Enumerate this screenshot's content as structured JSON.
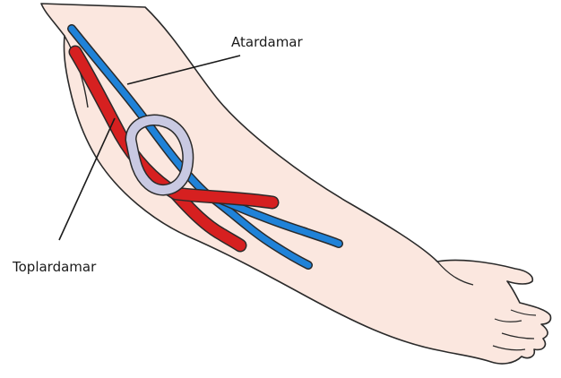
{
  "labels": {
    "artery": "Atardamar",
    "vein": "Toplardamar"
  },
  "colors": {
    "skin": "#fbe7df",
    "outline": "#2a2a2a",
    "artery_blue": "#1f82d8",
    "vein_red": "#d62020",
    "loop_lilac": "#c9c9e2",
    "leader_line": "#1a1a1a"
  },
  "icons": [
    "arm-illustration"
  ]
}
